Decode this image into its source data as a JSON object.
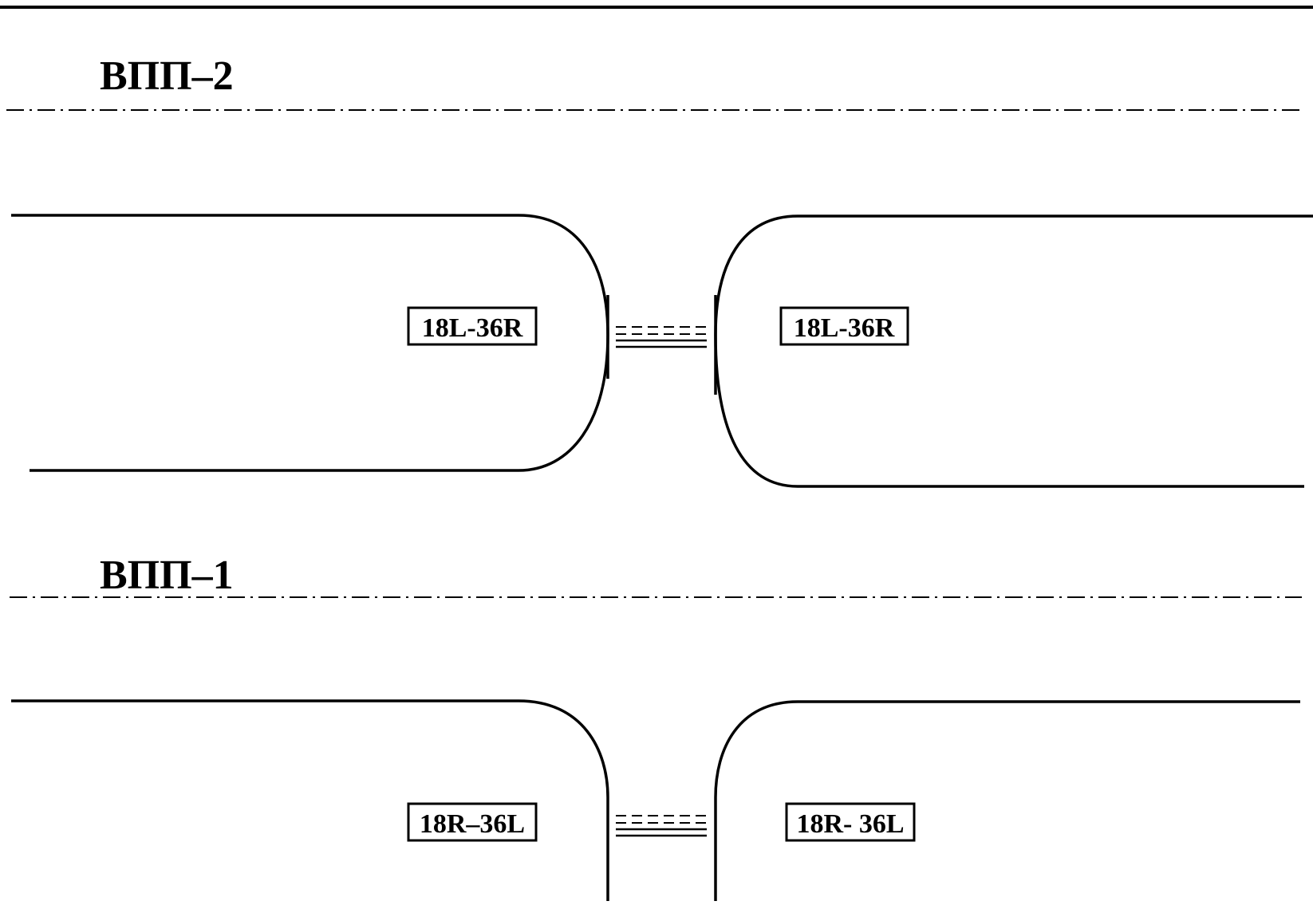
{
  "runway_top": {
    "title": "ВПП–2",
    "left_label": "18L-36R",
    "right_label": "18L-36R"
  },
  "runway_bottom": {
    "title": "ВПП–1",
    "left_label": "18R–36L",
    "right_label": "18R- 36L"
  }
}
